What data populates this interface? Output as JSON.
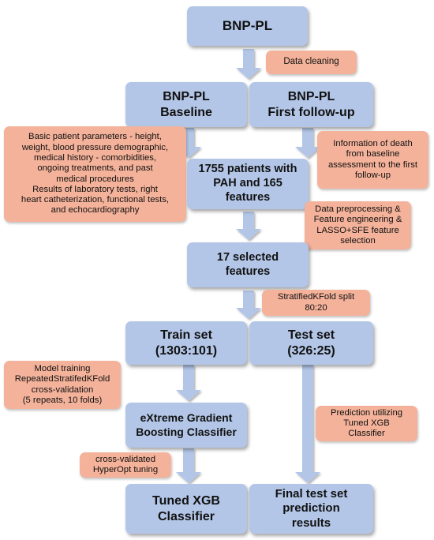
{
  "nodes": {
    "bnp_pl": "BNP-PL",
    "baseline": "BNP-PL\nBaseline",
    "followup": "BNP-PL\nFirst follow-up",
    "patients": "1755 patients with\nPAH and 165\nfeatures",
    "selected": "17 selected\nfeatures",
    "train": "Train set\n(1303:101)",
    "test": "Test set\n(326:25)",
    "xgb": "eXtreme Gradient\nBoosting Classifier",
    "tuned": "Tuned XGB\nClassifier",
    "final": "Final test set\nprediction\nresults"
  },
  "notes": {
    "cleaning": "Data cleaning",
    "baseline_params": "Basic patient parameters - height,\nweight, blood pressure demographic,\nmedical history - comorbidities,\nongoing treatments, and past\nmedical procedures\nResults of laboratory tests, right\nheart catheterization, functional tests,\nand echocardiography",
    "death_info": "Information of death\nfrom baseline\nassessment to the first\nfollow-up",
    "preprocessing": "Data preprocessing &\nFeature engineering &\nLASSO+SFE feature\nselection",
    "split": "StratifiedKFold split\n80:20",
    "training": "Model training\nRepeatedStratifedKFold\ncross-validation\n(5 repeats, 10 folds)",
    "prediction": "Prediction utilizing\nTuned XGB\nClassifier",
    "tuning": "cross-validated\nHyperOpt tuning"
  },
  "colors": {
    "process_box": "#b3c6e7",
    "note_box": "#f4b29a",
    "arrow": "#b3c6e7"
  }
}
